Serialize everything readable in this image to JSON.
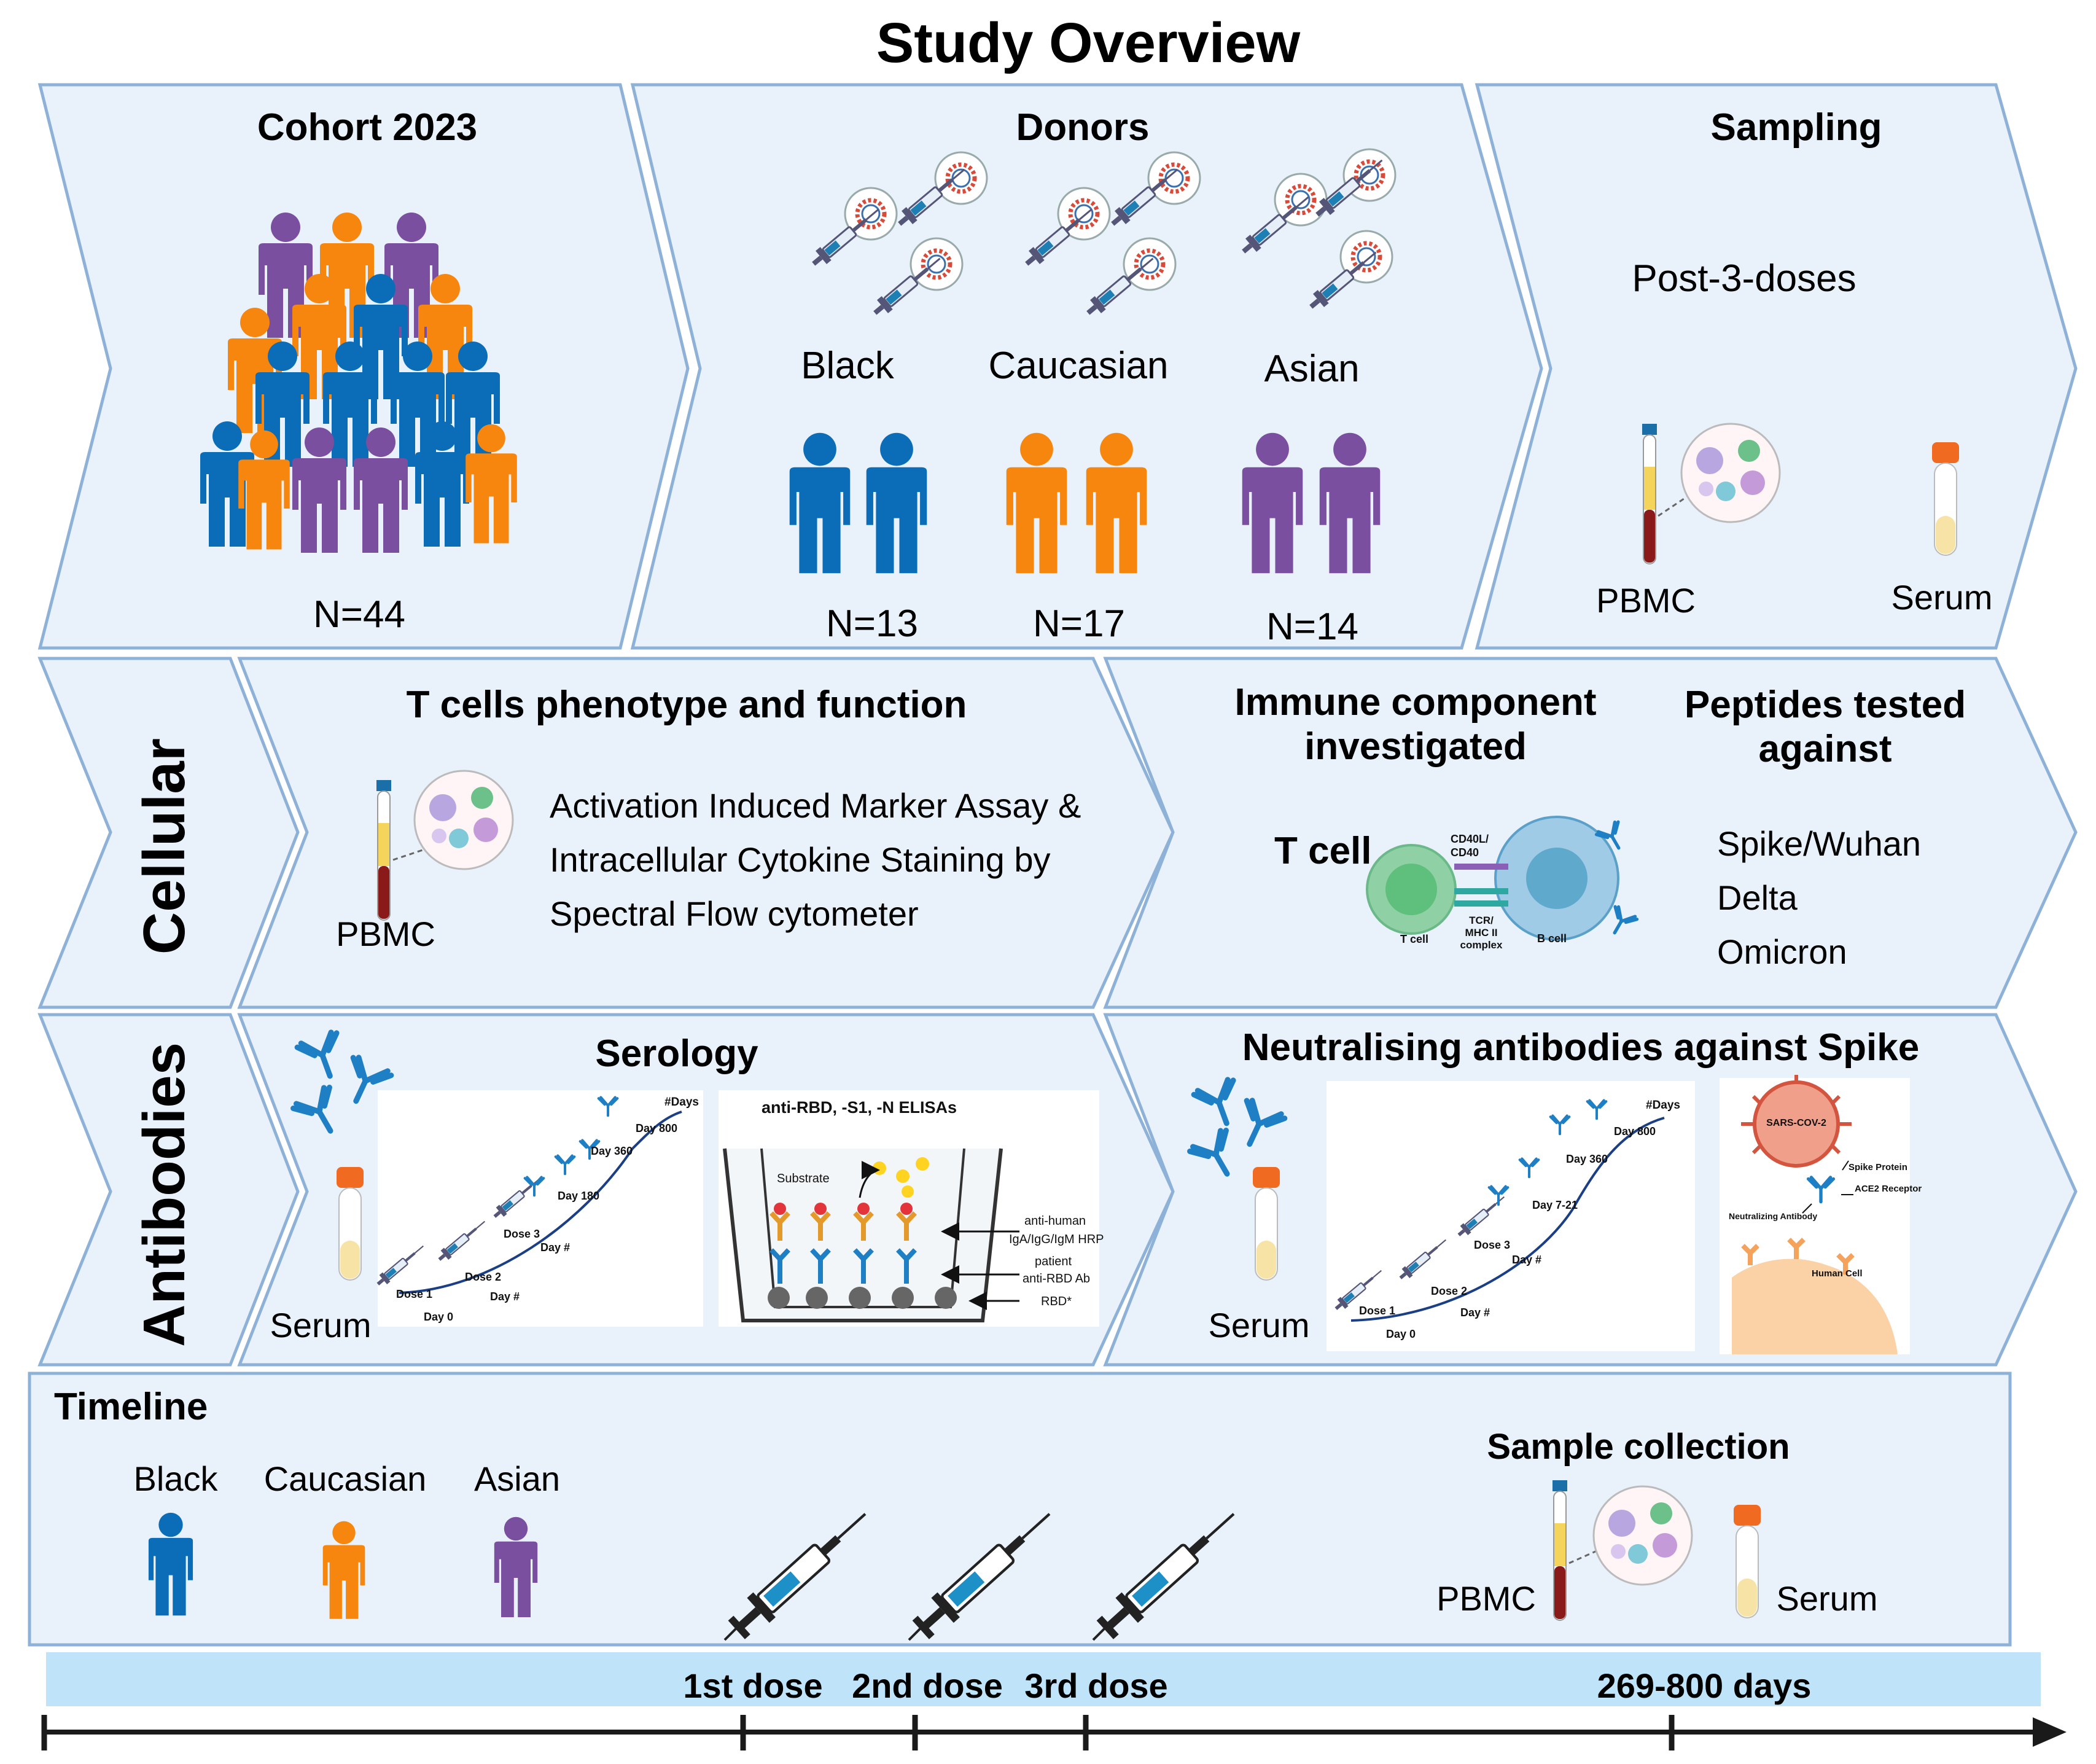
{
  "title": "Study Overview",
  "top_row": {
    "cohort": {
      "heading": "Cohort 2023",
      "n": "N=44"
    },
    "donors": {
      "heading": "Donors",
      "groups": [
        {
          "label": "Black",
          "n": "N=13",
          "color": "#0b6db8"
        },
        {
          "label": "Caucasian",
          "n": "N=17",
          "color": "#f7860f"
        },
        {
          "label": "Asian",
          "n": "N=14",
          "color": "#7a4fa0"
        }
      ]
    },
    "sampling": {
      "heading": "Sampling",
      "subtitle": "Post-3-doses",
      "pbmc": "PBMC",
      "serum": "Serum"
    }
  },
  "cellular": {
    "label": "Cellular",
    "tcells": {
      "heading": "T cells phenotype and function",
      "pbmc": "PBMC",
      "lines": [
        "Activation Induced Marker Assay &",
        "Intracellular Cytokine Staining by",
        "Spectral Flow cytometer"
      ]
    },
    "immune": {
      "heading_lines": [
        "Immune component",
        "investigated"
      ],
      "tcell_label": "T cell",
      "diagram": {
        "cd40": [
          "CD40L/",
          "CD40"
        ],
        "tcell": "T cell",
        "tcr": [
          "TCR/",
          "MHC II",
          "complex"
        ],
        "bcell": "B cell"
      }
    },
    "peptides": {
      "heading_lines": [
        "Peptides tested",
        "against"
      ],
      "items": [
        "Spike/Wuhan",
        "Delta",
        "Omicron"
      ]
    }
  },
  "antibodies": {
    "label": "Antibodies",
    "serology": {
      "heading": "Serology",
      "serum": "Serum",
      "timeline_labels": {
        "days": "#Days",
        "day800": "Day 800",
        "day360": "Day 360",
        "day180": "Day 180",
        "dose3": "Dose 3",
        "dayhash1": "Day #",
        "dose2": "Dose 2",
        "dayhash2": "Day #",
        "dose1": "Dose 1",
        "day0": "Day 0"
      },
      "elisa": {
        "title": "anti-RBD, -S1, -N ELISAs",
        "substrate": "Substrate",
        "a1": [
          "anti-human",
          "IgA/IgG/IgM HRP"
        ],
        "a2": [
          "patient",
          "anti-RBD Ab"
        ],
        "a3": "RBD*"
      }
    },
    "neutralising": {
      "heading": "Neutralising antibodies against Spike",
      "serum": "Serum",
      "timeline_labels": {
        "days": "#Days",
        "day800": "Day 800",
        "day360": "Day 360",
        "day721": "Day 7-21",
        "dose3": "Dose 3",
        "dayhash1": "Day #",
        "dose2": "Dose 2",
        "dayhash2": "Day #",
        "dose1": "Dose 1",
        "day0": "Day 0"
      },
      "virus": {
        "sars": "SARS-COV-2",
        "spike": "Spike Protein",
        "ace2": "ACE2 Receptor",
        "nab": "Neutralizing Antibody",
        "human": "Human Cell"
      }
    }
  },
  "timeline": {
    "heading": "Timeline",
    "groups": [
      {
        "label": "Black",
        "color": "#0b6db8"
      },
      {
        "label": "Caucasian",
        "color": "#f7860f"
      },
      {
        "label": "Asian",
        "color": "#7a4fa0"
      }
    ],
    "sample_collection": {
      "heading": "Sample collection",
      "pbmc": "PBMC",
      "serum": "Serum"
    },
    "doses": [
      "1st dose",
      "2nd dose",
      "3rd dose"
    ],
    "end_label": "269-800 days"
  },
  "colors": {
    "panel_fill": "#e9f2fb",
    "panel_stroke": "#8eb1d8",
    "bar_fill": "#bfe3f8",
    "blue": "#0b6db8",
    "orange": "#f7860f",
    "purple": "#7a4fa0"
  }
}
